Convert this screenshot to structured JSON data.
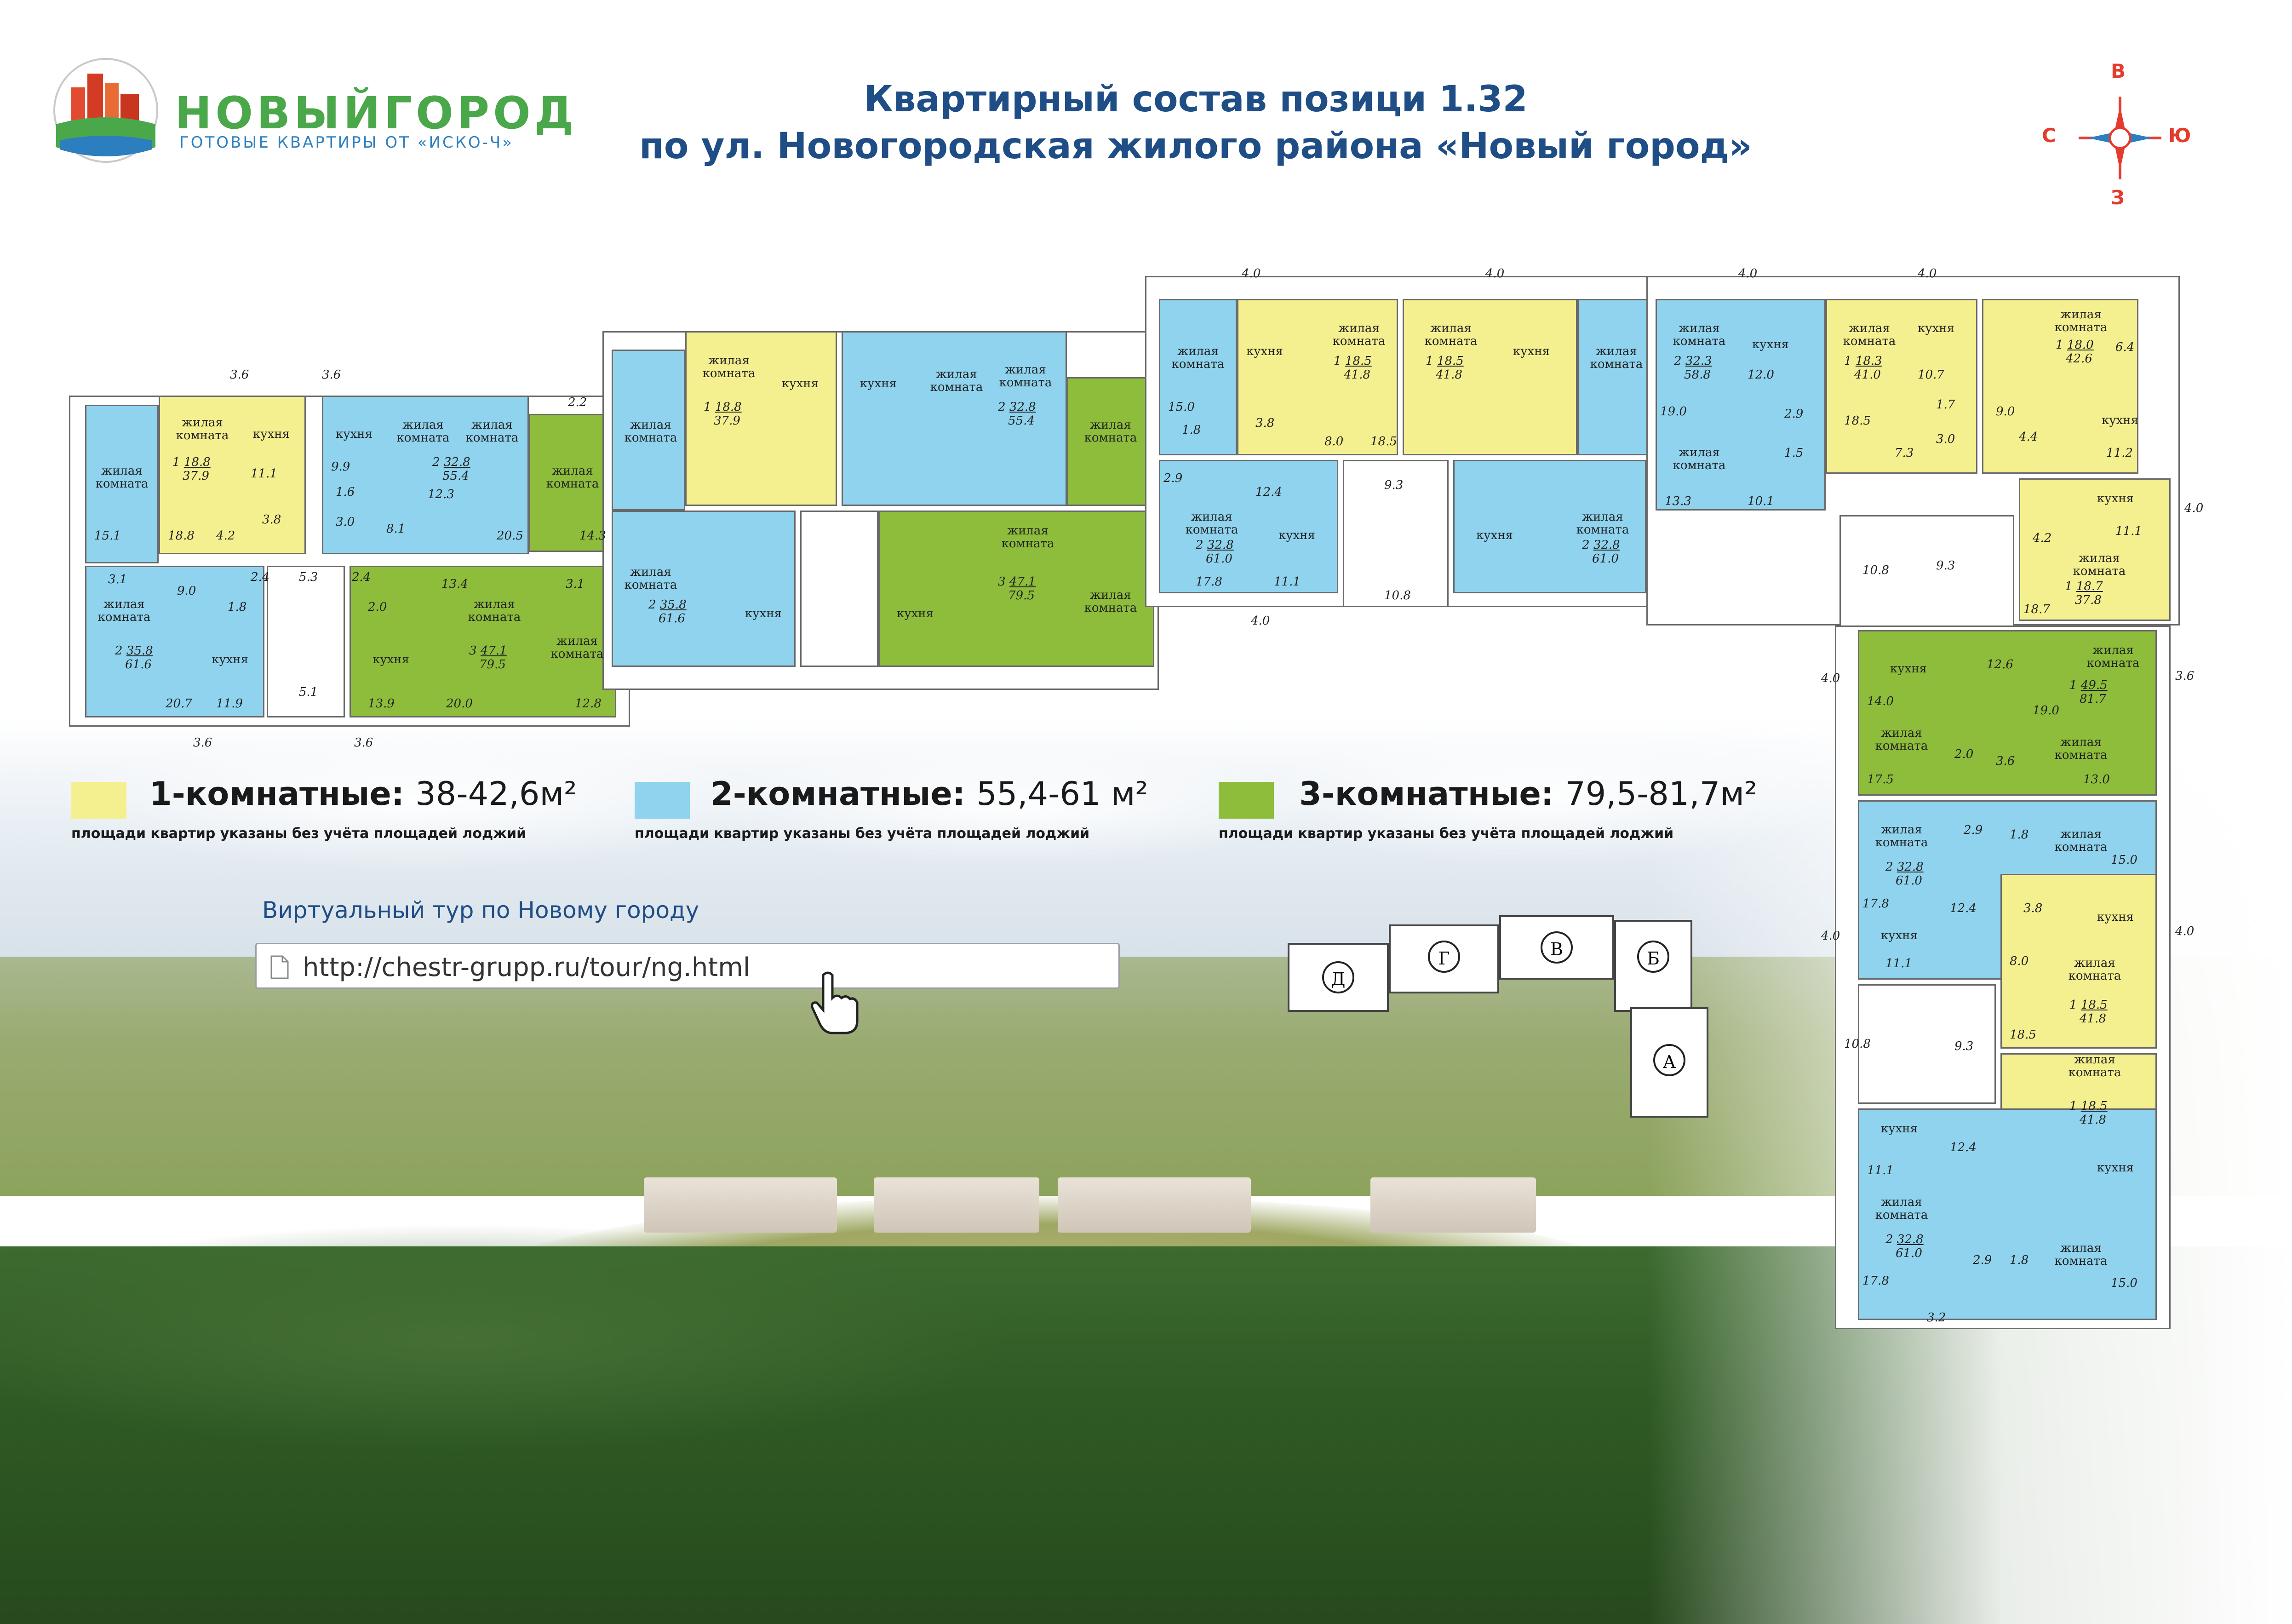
{
  "header": {
    "title_line1": "Квартирный состав позици 1.32",
    "title_line2": "по ул. Новогородская жилого района «Новый город»"
  },
  "logo": {
    "name": "НОВЫЙГОРОД",
    "tagline": "ГОТОВЫЕ КВАРТИРЫ ОТ «ИСКО-Ч»",
    "icon": "city-logo-icon"
  },
  "compass": {
    "north": "В",
    "south": "З",
    "west": "С",
    "east": "Ю",
    "icon": "compass-rose-icon"
  },
  "colors": {
    "one_room": "#f5f08f",
    "two_room": "#8fd3ee",
    "three_room": "#8dbd3b",
    "title": "#1f4e86",
    "compass": "#e53b2c"
  },
  "legend": [
    {
      "label": "1-комнатные:",
      "range": "38-42,6м²",
      "note": "площади квартир указаны без учёта площадей лоджий"
    },
    {
      "label": "2-комнатные:",
      "range": "55,4-61 м²",
      "note": "площади квартир указаны без учёта площадей лоджий"
    },
    {
      "label": "3-комнатные:",
      "range": "79,5-81,7м²",
      "note": "площади квартир указаны без учёта площадей лоджий"
    }
  ],
  "tour": {
    "label": "Виртуальный тур по Новому городу",
    "url": "http://chestr-grupp.ru/tour/ng.html"
  },
  "sections": [
    "Д",
    "Г",
    "В",
    "Б",
    "А"
  ],
  "text": {
    "living": "жилая комната",
    "kitchen": "кухня"
  },
  "apartments": [
    {
      "id": "d1",
      "rooms": "1",
      "living": "18.8",
      "total": "37.9"
    },
    {
      "id": "d2",
      "rooms": "2",
      "living": "32.8",
      "total": "55.4"
    },
    {
      "id": "d3",
      "rooms": "2",
      "living": "35.8",
      "total": "61.6"
    },
    {
      "id": "d4",
      "rooms": "3",
      "living": "47.1",
      "total": "79.5"
    },
    {
      "id": "g1",
      "rooms": "1",
      "living": "18.8",
      "total": "37.9"
    },
    {
      "id": "g2",
      "rooms": "2",
      "living": "32.8",
      "total": "55.4"
    },
    {
      "id": "g3",
      "rooms": "2",
      "living": "35.8",
      "total": "61.6"
    },
    {
      "id": "g4",
      "rooms": "3",
      "living": "47.1",
      "total": "79.5"
    },
    {
      "id": "v1",
      "rooms": "1",
      "living": "18.5",
      "total": "41.8"
    },
    {
      "id": "v2",
      "rooms": "1",
      "living": "18.5",
      "total": "41.8"
    },
    {
      "id": "v3",
      "rooms": "2",
      "living": "32.8",
      "total": "61.0"
    },
    {
      "id": "v4",
      "rooms": "2",
      "living": "32.8",
      "total": "61.0"
    },
    {
      "id": "b1",
      "rooms": "2",
      "living": "32.3",
      "total": "58.8"
    },
    {
      "id": "b2",
      "rooms": "1",
      "living": "18.3",
      "total": "41.0"
    },
    {
      "id": "b3",
      "rooms": "1",
      "living": "18.0",
      "total": "42.6"
    },
    {
      "id": "b4",
      "rooms": "1",
      "living": "18.7",
      "total": "37.8"
    },
    {
      "id": "a1",
      "rooms": "1",
      "living": "49.5",
      "total": "81.7"
    },
    {
      "id": "a2",
      "rooms": "2",
      "living": "32.8",
      "total": "61.0"
    },
    {
      "id": "a3",
      "rooms": "1",
      "living": "18.5",
      "total": "41.8"
    },
    {
      "id": "a4",
      "rooms": "1",
      "living": "18.5",
      "total": "41.8"
    },
    {
      "id": "a5",
      "rooms": "2",
      "living": "32.8",
      "total": "61.0"
    }
  ],
  "dims": {
    "d_top1": "3.6",
    "d_top2": "3.6",
    "d_a": "15.1",
    "d_b": "18.8",
    "d_c": "4.2",
    "d_d": "11.1",
    "d_e": "3.8",
    "d_f": "9.9",
    "d_g": "1.6",
    "d_h": "3.0",
    "d_i": "8.1",
    "d_j": "12.3",
    "d_k": "20.5",
    "d_l": "14.3",
    "d_m": "2.2",
    "d_n": "3.1",
    "d_o": "9.0",
    "d_p": "2.4",
    "d_q": "5.3",
    "d_r": "2.4",
    "d_s": "1.8",
    "d_t": "2.0",
    "d_u": "13.4",
    "d_v": "3.1",
    "d_w": "20.7",
    "d_x": "11.9",
    "d_y": "5.1",
    "d_z": "13.9",
    "d_aa": "20.0",
    "d_ab": "12.8",
    "d_ac": "3.6",
    "d_ad": "3.6",
    "v_a": "4.0",
    "v_b": "4.0",
    "v_c": "15.0",
    "v_d": "18.5",
    "v_e": "8.0",
    "v_f": "3.8",
    "v_g": "1.8",
    "v_h": "2.9",
    "v_i": "12.4",
    "v_j": "9.3",
    "v_k": "17.8",
    "v_l": "11.1",
    "v_m": "10.8",
    "v_n": "4.0",
    "b_a": "4.0",
    "b_b": "4.0",
    "b_c": "19.0",
    "b_d": "12.0",
    "b_e": "2.9",
    "b_f": "1.5",
    "b_g": "13.3",
    "b_h": "10.1",
    "b_i": "18.5",
    "b_j": "7.3",
    "b_k": "10.7",
    "b_l": "1.7",
    "b_m": "3.0",
    "b_n": "9.0",
    "b_o": "4.4",
    "b_p": "11.2",
    "b_q": "6.4",
    "b_r": "4.2",
    "b_s": "11.1",
    "b_t": "18.7",
    "b_u": "4.0",
    "a_a": "10.8",
    "a_b": "9.3",
    "a_c": "14.0",
    "a_d": "12.6",
    "a_e": "19.0",
    "a_f": "17.5",
    "a_g": "2.0",
    "a_h": "3.6",
    "a_i": "13.0",
    "a_j": "4.0",
    "a_k": "3.6",
    "a_l": "2.9",
    "a_m": "1.8",
    "a_n": "15.0",
    "a_o": "17.8",
    "a_p": "12.4",
    "a_q": "11.1",
    "a_r": "8.0",
    "a_s": "18.5",
    "a_t": "10.8",
    "a_u": "9.3",
    "a_v": "11.1",
    "a_w": "12.4",
    "a_x": "17.8",
    "a_y": "2.9",
    "a_z": "1.8",
    "a_aa": "15.0",
    "a_ab": "3.2",
    "a_ac": "4.0",
    "a_ad": "4.0",
    "a_ae": "3.8"
  }
}
